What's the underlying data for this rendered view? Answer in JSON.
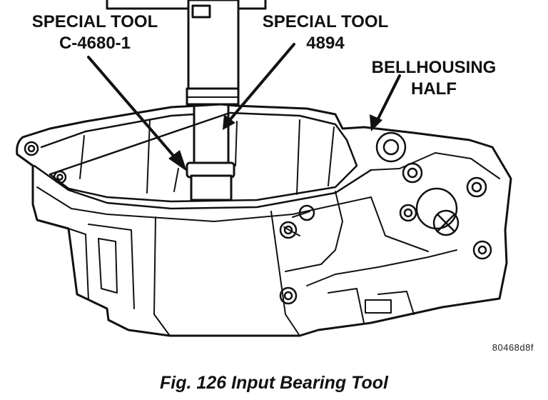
{
  "figure": {
    "callouts": {
      "tool_c4680": {
        "line1": "SPECIAL TOOL",
        "line2": "C-4680-1"
      },
      "tool_4894": {
        "line1": "SPECIAL TOOL",
        "line2": "4894"
      },
      "bellhousing": {
        "line1": "BELLHOUSING",
        "line2": "HALF"
      }
    },
    "image_code": "80468d8f",
    "caption": "Fig. 126 Input Bearing Tool"
  }
}
